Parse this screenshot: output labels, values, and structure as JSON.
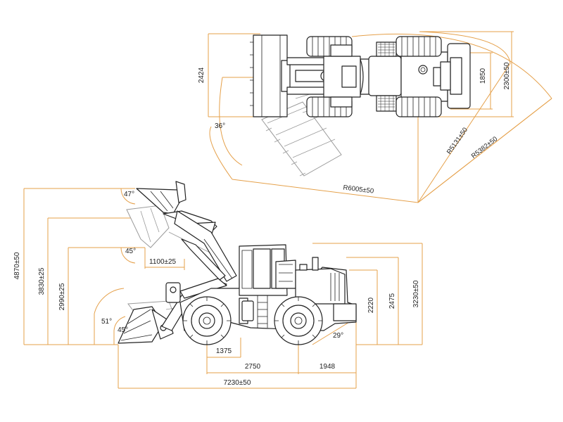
{
  "colors": {
    "dimension": "#e5a04a",
    "ink": "#222222",
    "ghost": "#9a9a9a",
    "text": "#222222"
  },
  "top_view": {
    "width_label": "2424",
    "steer_angle_label": "36°",
    "track_label": "1850",
    "overall_width_label": "2300±50",
    "radius_inner_label": "R5131±50",
    "radius_outer_label": "R5382±50",
    "radius_bucket_label": "R6005±50"
  },
  "side_view": {
    "max_height_label": "4870±50",
    "hinge_height_label": "3830±25",
    "dump_clearance_label": "2990±25",
    "dump_reach_label": "1100±25",
    "cab_height_label": "3230±50",
    "hood_height_label": "2475",
    "engine_height_label": "2220",
    "rollback_top_label": "47°",
    "dump_angle_label": "45°",
    "rollback_carry_label": "51°",
    "rollback_ground_label": "45°",
    "departure_angle_label": "29°",
    "front_overhang_label": "1375",
    "wheelbase_label": "2750",
    "rear_overhang_label": "1948",
    "overall_length_label": "7230±50"
  }
}
